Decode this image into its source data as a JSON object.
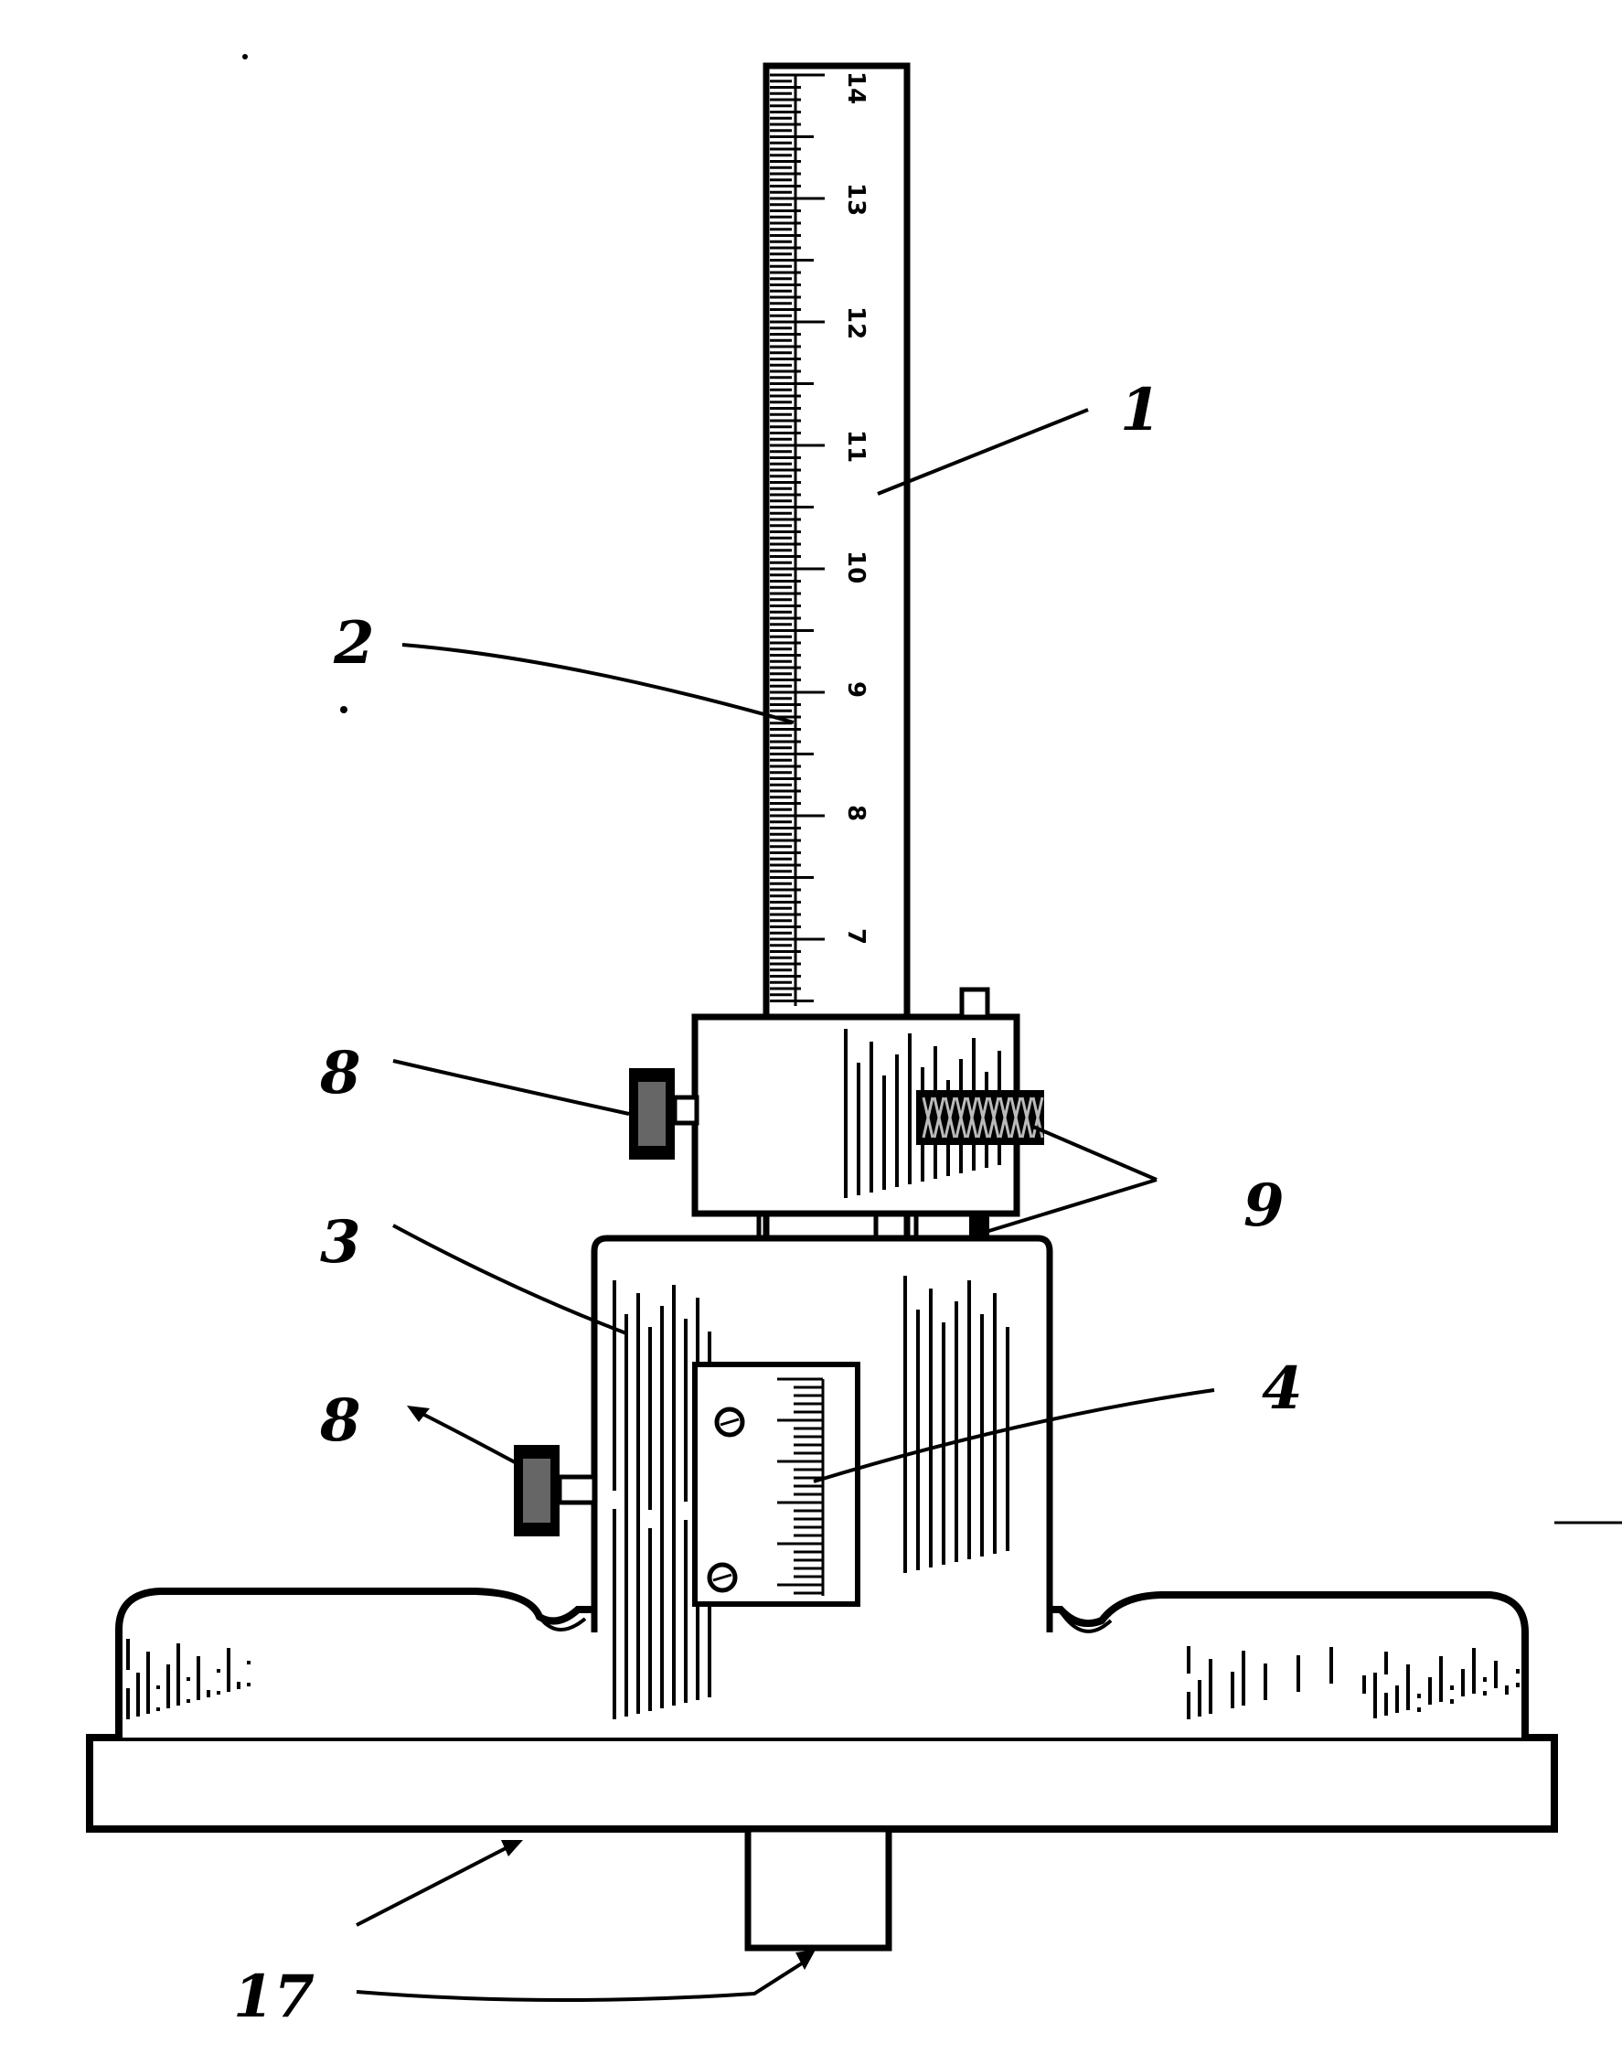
{
  "diagram": {
    "main_scale_numbers": [
      "7",
      "8",
      "9",
      "10",
      "11",
      "12",
      "13",
      "14"
    ],
    "callouts": [
      {
        "id": "ruler",
        "label": "1"
      },
      {
        "id": "scale",
        "label": "2"
      },
      {
        "id": "body",
        "label": "3"
      },
      {
        "id": "vernier",
        "label": "4"
      },
      {
        "id": "clamp-upper",
        "label": "8"
      },
      {
        "id": "clamp-lower",
        "label": "8"
      },
      {
        "id": "fine-adjust",
        "label": "9"
      },
      {
        "id": "measuring-surfaces",
        "label": "17"
      }
    ]
  }
}
